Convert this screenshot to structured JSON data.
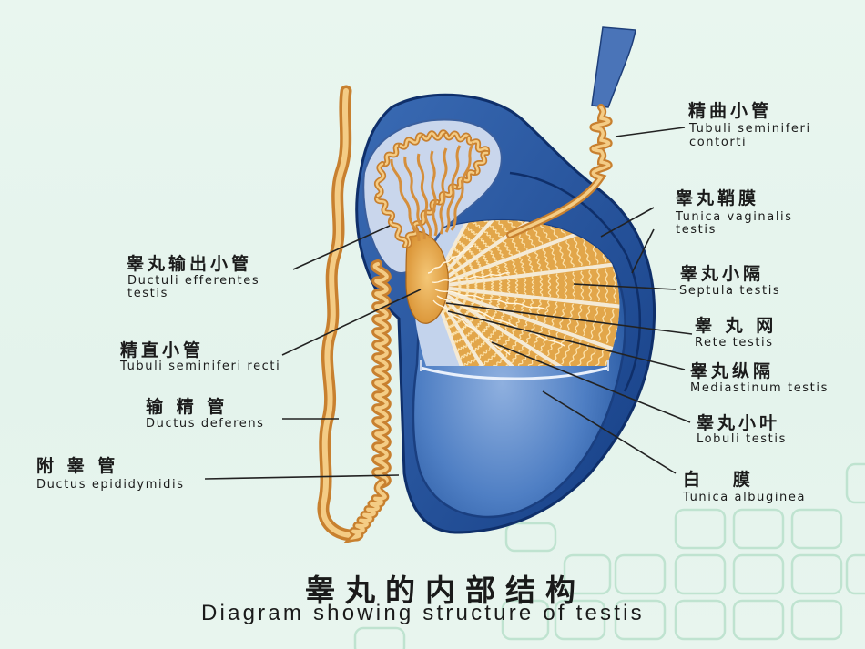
{
  "title": {
    "zh": "睾丸的内部结构",
    "en": "Diagram showing structure of testis"
  },
  "labels": {
    "tubuli_contorti": {
      "zh": "精曲小管",
      "en1": "Tubuli seminiferi",
      "en2": "contorti"
    },
    "tunica_vaginalis": {
      "zh": "睾丸鞘膜",
      "en1": "Tunica vaginalis",
      "en2": "testis"
    },
    "septula": {
      "zh": "睾丸小隔",
      "en1": "Septula testis"
    },
    "rete": {
      "zh": "睾 丸 网",
      "en1": "Rete testis"
    },
    "mediastinum": {
      "zh": "睾丸纵隔",
      "en1": "Mediastinum testis"
    },
    "lobuli": {
      "zh": "睾丸小叶",
      "en1": "Lobuli testis"
    },
    "albuginea": {
      "zh": "白   膜",
      "en1": "Tunica albuginea"
    },
    "efferentes": {
      "zh": "睾丸输出小管",
      "en1": "Ductuli efferentes",
      "en2": "testis"
    },
    "recti": {
      "zh": "精直小管",
      "en1": "Tubuli seminiferi recti"
    },
    "deferens": {
      "zh": "输 精 管",
      "en1": "Ductus deferens"
    },
    "epididymidis": {
      "zh": "附 睾 管",
      "en1": "Ductus epididymidis"
    }
  },
  "colors": {
    "background": "#e6f4ed",
    "tunica_blue": "#2f5fa8",
    "tunica_dark": "#0f2f6a",
    "lobule_bg": "#c9d6ec",
    "tubule": "#e2a64a",
    "tubule_light": "#f6d79a",
    "leader": "#222222",
    "tile_stroke": "#bfe3d0"
  }
}
